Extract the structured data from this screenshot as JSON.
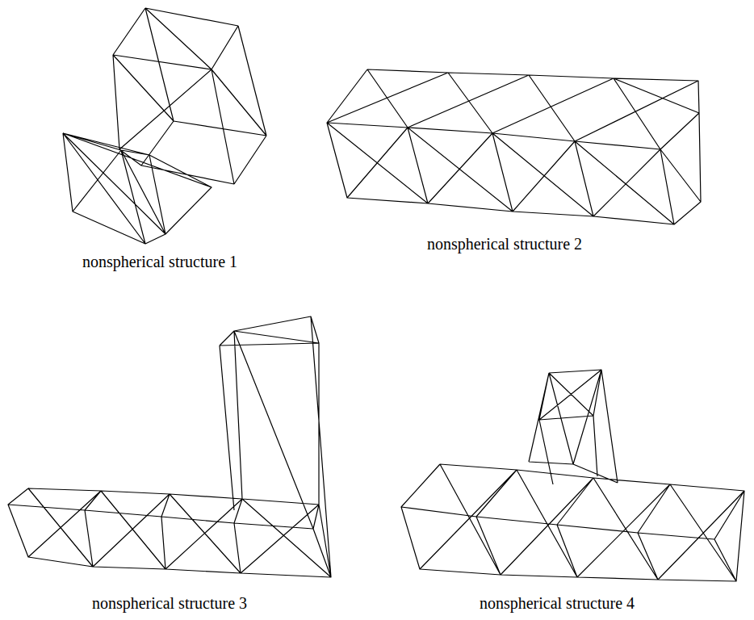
{
  "diagram": {
    "labels": [
      "nonspherical structure 1",
      "nonspherical structure 2",
      "nonspherical structure 3",
      "nonspherical structure 4"
    ]
  }
}
